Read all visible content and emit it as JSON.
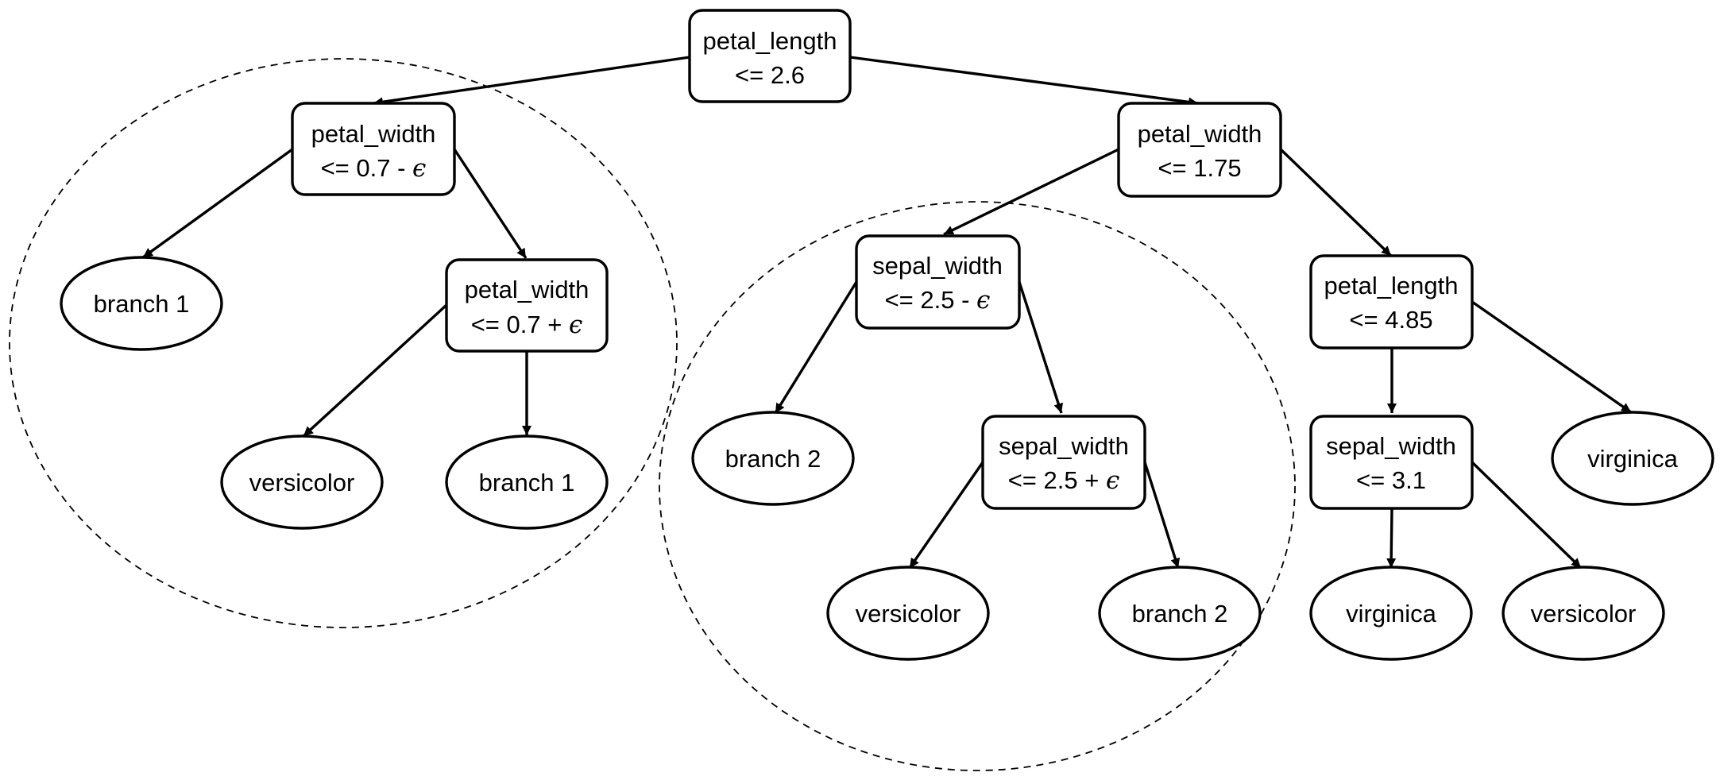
{
  "decision_nodes": {
    "root": {
      "feature": "petal_length",
      "condition": "<= 2.6"
    },
    "pw_left": {
      "feature": "petal_width",
      "condition": "<= 0.7 - ",
      "eps": "ϵ"
    },
    "pw_left_plus": {
      "feature": "petal_width",
      "condition": "<= 0.7 + ",
      "eps": "ϵ"
    },
    "pw_right": {
      "feature": "petal_width",
      "condition": "<= 1.75"
    },
    "sw_minus": {
      "feature": "sepal_width",
      "condition": "<= 2.5 - ",
      "eps": "ϵ"
    },
    "sw_plus": {
      "feature": "sepal_width",
      "condition": "<= 2.5 + ",
      "eps": "ϵ"
    },
    "pl_right": {
      "feature": "petal_length",
      "condition": "<= 4.85"
    },
    "sw_right": {
      "feature": "sepal_width",
      "condition": "<= 3.1"
    }
  },
  "leaf_nodes": {
    "branch1_a": "branch 1",
    "versicolor_a": "versicolor",
    "branch1_b": "branch 1",
    "branch2_a": "branch 2",
    "versicolor_b": "versicolor",
    "branch2_b": "branch 2",
    "virginica_a": "virginica",
    "virginica_b": "virginica",
    "versicolor_c": "versicolor"
  }
}
